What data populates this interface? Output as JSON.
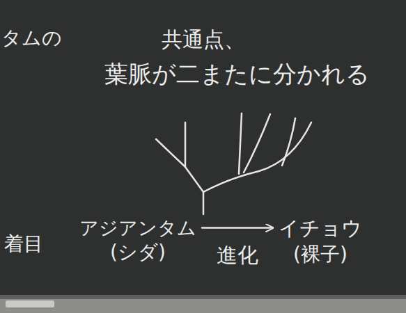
{
  "diagram": {
    "nodes": [
      {
        "text": [
          "アジアンタム",
          "(シダ)"
        ]
      },
      {
        "text": [
          "イチョウ",
          "(裸子)"
        ]
      }
    ],
    "edges": [
      {
        "from": 0,
        "to": 1,
        "arrow": "to",
        "label": "進化"
      }
    ],
    "labels": [
      "タムの",
      "共通点、",
      "葉脈が二またに分かれる",
      "着目"
    ]
  }
}
